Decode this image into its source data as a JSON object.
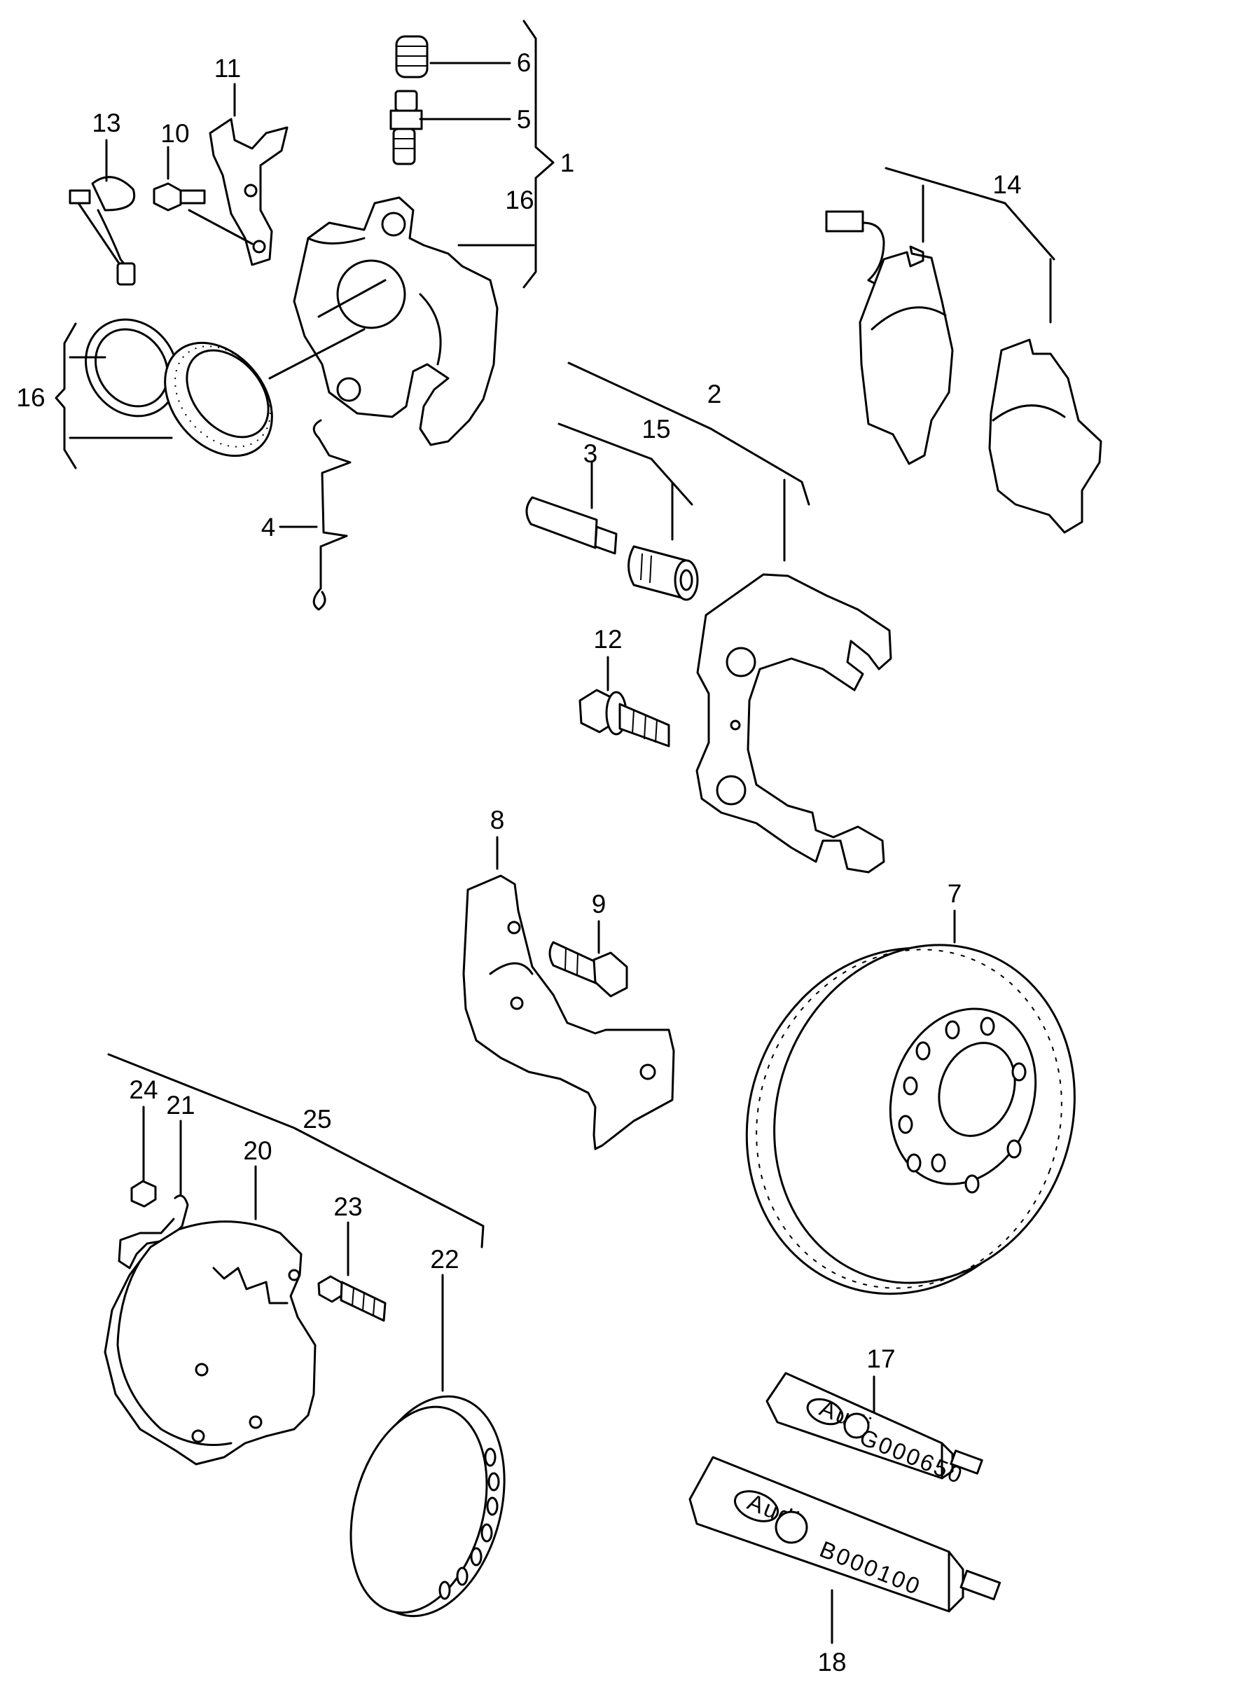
{
  "callouts": [
    "1",
    "2",
    "3",
    "4",
    "5",
    "6",
    "7",
    "8",
    "9",
    "10",
    "11",
    "12",
    "13",
    "14",
    "15",
    "16",
    "16",
    "17",
    "18",
    "20",
    "21",
    "22",
    "23",
    "24",
    "25"
  ],
  "tubes": {
    "tube17_code": "G000650",
    "tube18_code": "B000100",
    "brand_mark": "Audi"
  }
}
